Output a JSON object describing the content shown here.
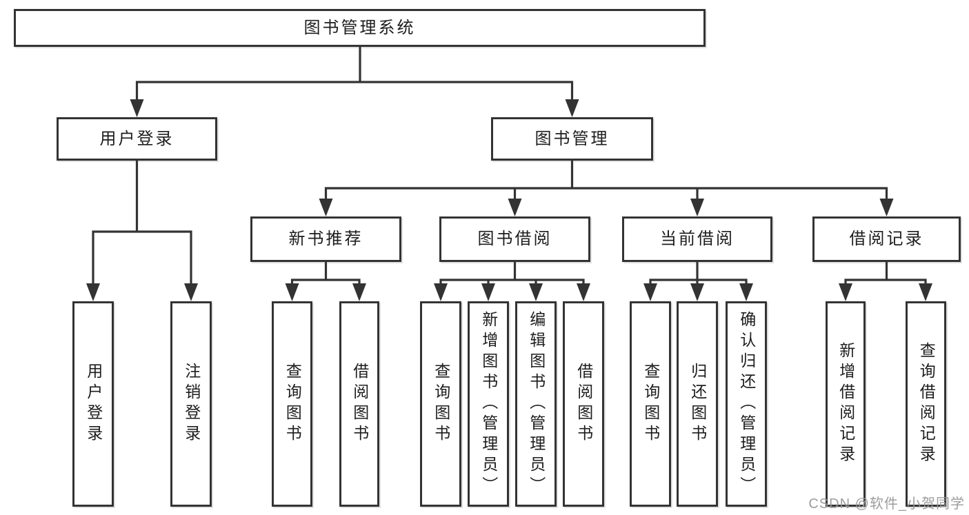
{
  "tree": {
    "root": {
      "label": "图书管理系统",
      "children": [
        {
          "label": "用户登录",
          "children": [
            {
              "label": "用户登录"
            },
            {
              "label": "注销登录"
            }
          ]
        },
        {
          "label": "图书管理",
          "children": [
            {
              "label": "新书推荐",
              "children": [
                {
                  "label": "查询图书"
                },
                {
                  "label": "借阅图书"
                }
              ]
            },
            {
              "label": "图书借阅",
              "children": [
                {
                  "label": "查询图书"
                },
                {
                  "label": "新增图书（管理员）"
                },
                {
                  "label": "编辑图书（管理员）"
                },
                {
                  "label": "借阅图书"
                }
              ]
            },
            {
              "label": "当前借阅",
              "children": [
                {
                  "label": "查询图书"
                },
                {
                  "label": "归还图书"
                },
                {
                  "label": "确认归还（管理员）"
                }
              ]
            },
            {
              "label": "借阅记录",
              "children": [
                {
                  "label": "新增借阅记录"
                },
                {
                  "label": "查询借阅记录"
                }
              ]
            }
          ]
        }
      ]
    }
  },
  "watermark": {
    "text": "CSDN @软件_小贺同学"
  },
  "colors": {
    "line": "#333333",
    "border": "#333333",
    "text": "#1d1d1f",
    "watermark": "#989898",
    "background": "#ffffff"
  }
}
